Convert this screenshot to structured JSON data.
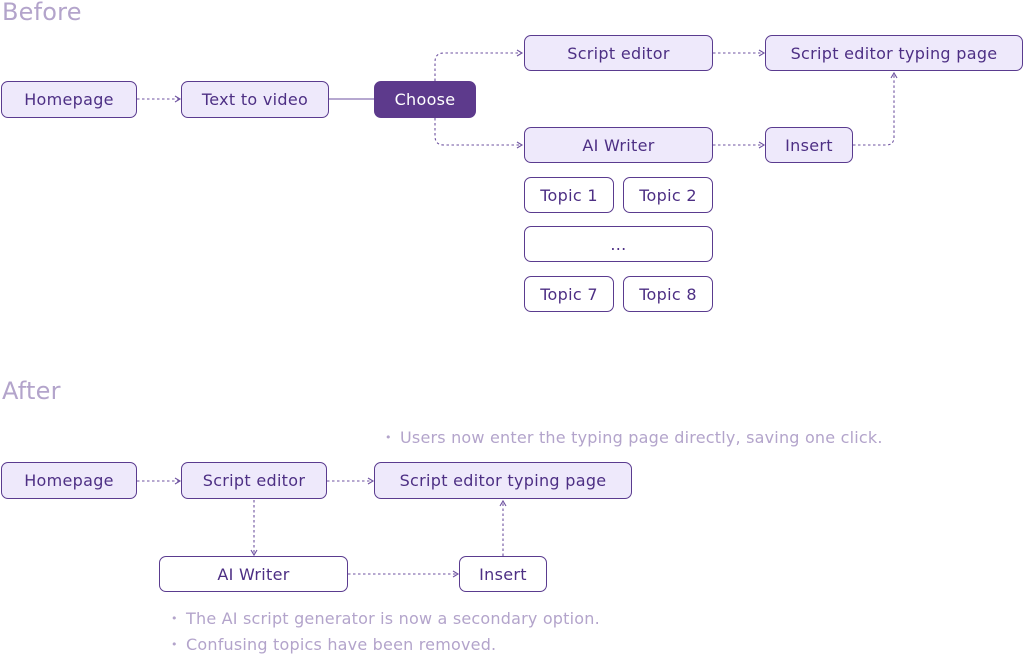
{
  "before": {
    "title": "Before",
    "nodes": {
      "homepage": "Homepage",
      "text_to_video": "Text to video",
      "choose": "Choose",
      "script_editor": "Script editor",
      "script_editor_typing_page": "Script editor typing page",
      "ai_writer": "AI Writer",
      "insert": "Insert",
      "topic_1": "Topic 1",
      "topic_2": "Topic 2",
      "topic_ellipsis": "...",
      "topic_7": "Topic 7",
      "topic_8": "Topic 8"
    }
  },
  "after": {
    "title": "After",
    "nodes": {
      "homepage": "Homepage",
      "script_editor": "Script editor",
      "script_editor_typing_page": "Script editor typing page",
      "ai_writer": "AI Writer",
      "insert": "Insert"
    },
    "notes_top": [
      "Users now enter the typing page directly, saving one click."
    ],
    "notes_bottom": [
      "The AI script generator is now a secondary option.",
      "Confusing topics have been removed."
    ]
  },
  "colors": {
    "accent": "#5d3a8c",
    "node_fill": "#eee9fb",
    "node_text": "#4d2f84",
    "muted_text": "#b3a4cb"
  }
}
